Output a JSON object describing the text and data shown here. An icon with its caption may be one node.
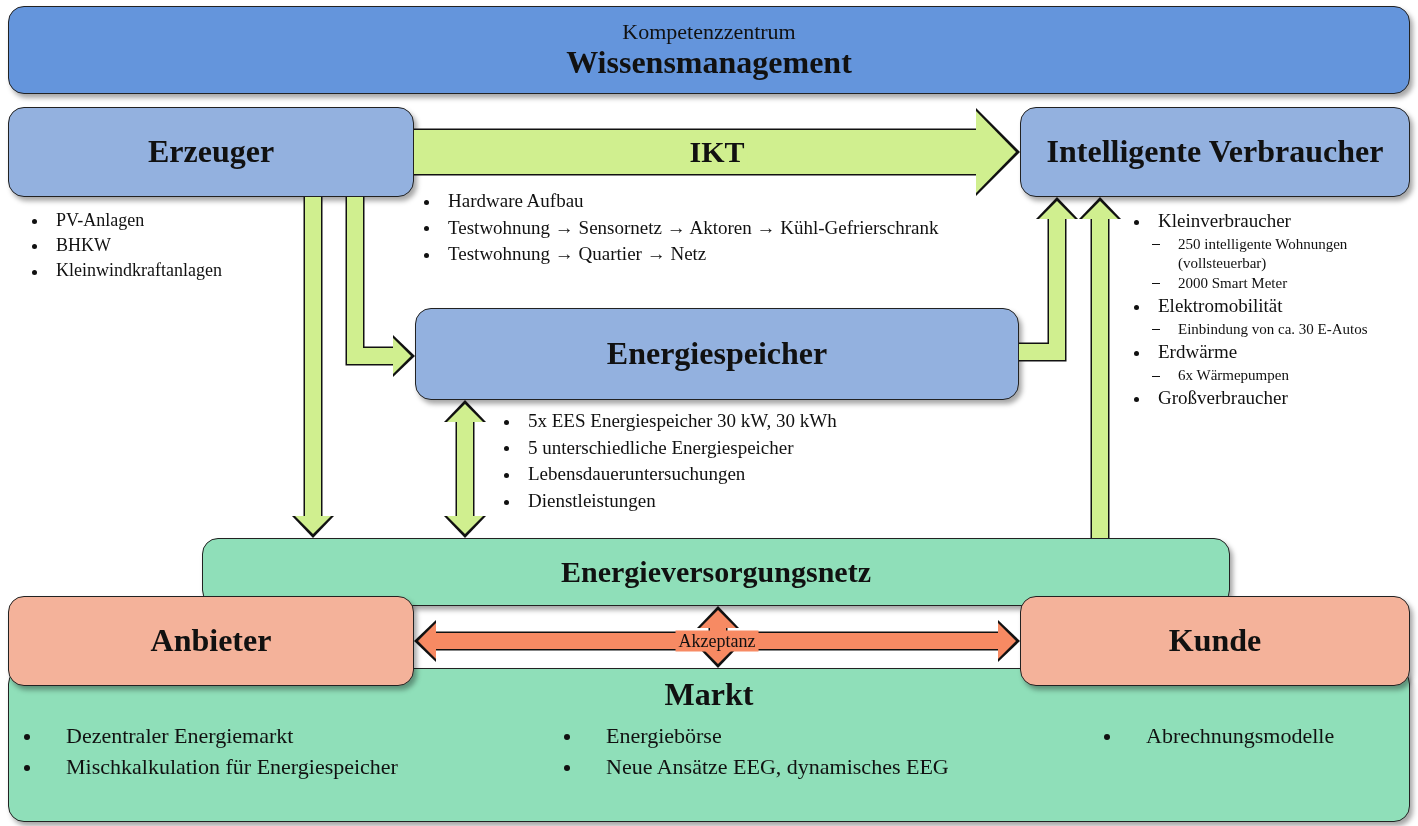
{
  "diagram": {
    "nodes": [
      {
        "text": [
          "Kompetenzzentrum",
          "Wissensmanagement"
        ]
      },
      {
        "text": [
          "Erzeuger"
        ],
        "beside": [
          "PV-Anlagen",
          "BHKW",
          "Kleinwindkraftanlagen"
        ]
      },
      {
        "text": [
          "Intelligente Verbraucher"
        ],
        "beside": [
          "Kleinverbraucher",
          "250 intelligente Wohnungen (vollsteuerbar)",
          "2000 Smart Meter",
          "Elektromobilität",
          "Einbindung von ca. 30 E-Autos",
          "Erdwärme",
          "6x Wärmepumpen",
          "Großverbraucher"
        ]
      },
      {
        "text": [
          "Energiespeicher"
        ],
        "beside": [
          "5x EES Energiespeicher 30 kW, 30 kWh",
          "5 unterschiedliche Energiespeicher",
          "Lebensdaueruntersuchungen",
          "Dienstleistungen"
        ]
      },
      {
        "text": [
          "Energieversorgungsnetz"
        ]
      },
      {
        "text": [
          "Anbieter"
        ]
      },
      {
        "text": [
          "Kunde"
        ]
      },
      {
        "text": [
          "Markt",
          "Dezentraler Energiemarkt",
          "Mischkalkulation für Energiespeicher",
          "Energiebörse",
          "Neue Ansätze EEG, dynamisches EEG",
          "Abrechnungsmodelle"
        ]
      }
    ],
    "edges": [
      {
        "from": 1,
        "to": 2,
        "arrow": "to",
        "label": "IKT",
        "style": "thick"
      },
      {
        "from": 1,
        "to": 4,
        "arrow": "to"
      },
      {
        "from": 1,
        "to": 3,
        "arrow": "to"
      },
      {
        "from": 3,
        "to": 4,
        "arrow": "both"
      },
      {
        "from": 3,
        "to": 2,
        "arrow": "to"
      },
      {
        "from": 4,
        "to": 2,
        "arrow": "to"
      },
      {
        "from": 5,
        "to": 6,
        "arrow": "both",
        "label": "Akzeptanz",
        "color": "#f78a63"
      },
      {
        "from": 4,
        "to": 7,
        "arrow": "both",
        "color": "#f78a63"
      }
    ],
    "labels": [
      "Hardware Aufbau",
      "Testwohnung → Sensornetz → Aktoren → Kühl-Gefrierschrank",
      "Testwohnung → Quartier → Netz"
    ]
  }
}
